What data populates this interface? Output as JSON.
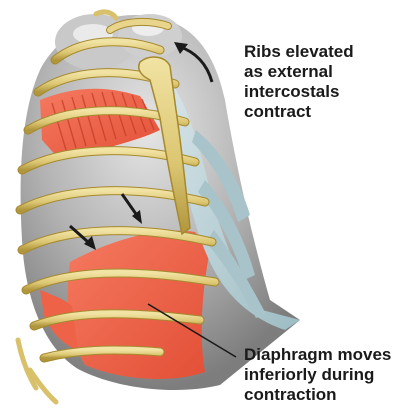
{
  "labels": {
    "ribs": [
      "Ribs elevated",
      "as external",
      "intercostals",
      "contract"
    ],
    "diaphragm": [
      "Diaphragm moves",
      "inferiorly during",
      "contraction"
    ]
  },
  "colors": {
    "bone": "#e2cf7e",
    "bone_shadow": "#b59a3e",
    "muscle": "#f0664c",
    "muscle_dark": "#d84a32",
    "lung": "#9c9c9c",
    "lung_light": "#d4d4d4",
    "cartilage": "#bdd3d8",
    "cartilage_dark": "#8fb0b8",
    "text": "#1a1a1a"
  }
}
